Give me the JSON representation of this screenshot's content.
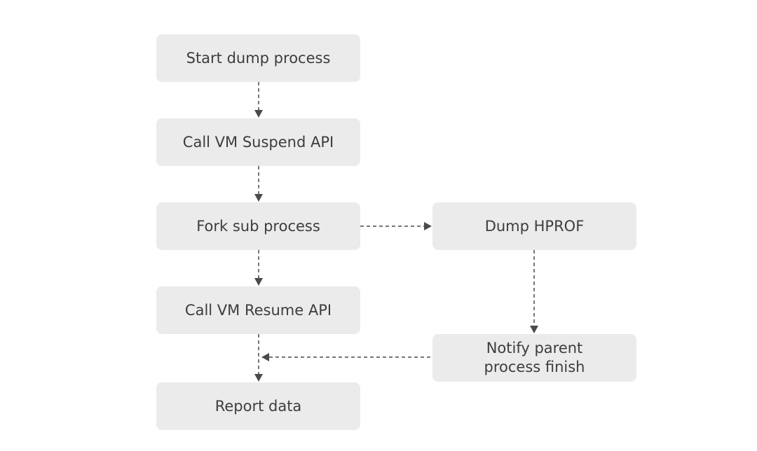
{
  "nodes": {
    "start": "Start dump process",
    "suspend": "Call VM Suspend API",
    "fork": "Fork sub process",
    "resume": "Call VM Resume API",
    "report": "Report data",
    "dump": "Dump HPROF",
    "notify": "Notify parent\nprocess finish"
  },
  "edges": [
    {
      "from": "start",
      "to": "suspend",
      "style": "dashed"
    },
    {
      "from": "suspend",
      "to": "fork",
      "style": "dashed"
    },
    {
      "from": "fork",
      "to": "resume",
      "style": "dashed"
    },
    {
      "from": "resume",
      "to": "report",
      "style": "dashed"
    },
    {
      "from": "fork",
      "to": "dump",
      "style": "dashed"
    },
    {
      "from": "dump",
      "to": "notify",
      "style": "dashed"
    },
    {
      "from": "notify",
      "to": "resume-report-edge",
      "style": "dashed"
    }
  ],
  "colors": {
    "node_fill": "#ebebeb",
    "node_text": "#3d3d3d",
    "arrow": "#4a4a4a"
  }
}
